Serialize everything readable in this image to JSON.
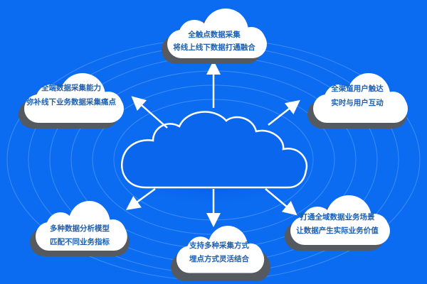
{
  "colors": {
    "background": "#0b6cf2",
    "cloud": "#ffffff",
    "shadow": "#555a60",
    "text": "#1d5fb0"
  },
  "center": {
    "icon": "cloud-icon"
  },
  "nodes": [
    {
      "id": "top",
      "lines": [
        "全触点数据采集",
        "将线上线下数据打通融合"
      ]
    },
    {
      "id": "top-left",
      "lines": [
        "全端数据采集能力",
        "弥补线下业务数据采集痛点"
      ]
    },
    {
      "id": "top-right",
      "lines": [
        "全渠道用户触达",
        "实时与用户互动"
      ]
    },
    {
      "id": "bottom-left",
      "lines": [
        "多种数据分析模型",
        "匹配不同业务指标"
      ]
    },
    {
      "id": "bottom-center",
      "lines": [
        "支持多种采集方式",
        "埋点方式灵活结合"
      ]
    },
    {
      "id": "bottom-right",
      "lines": [
        "打通全域数据业务场景",
        "让数据产生实际业务价值"
      ]
    }
  ]
}
